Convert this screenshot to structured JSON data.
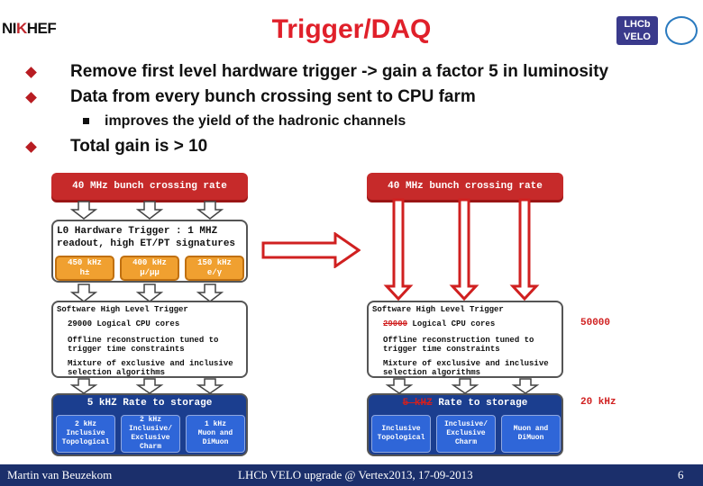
{
  "title": "Trigger/DAQ",
  "logos": {
    "nikhef_pre": "NI",
    "nikhef_k": "K",
    "nikhef_post": "HEF",
    "lhcb": "LHCb VELO"
  },
  "bullets": [
    "Remove first level hardware trigger -> gain a factor 5 in luminosity",
    "Data from every bunch crossing sent to CPU farm",
    "improves the yield of the hadronic channels",
    "Total gain is > 10"
  ],
  "left": {
    "rate": "40 MHz bunch crossing rate",
    "l0_title_1": "L0 Hardware Trigger : 1 MHZ",
    "l0_title_2": "readout, high ET/PT signatures",
    "l0_boxes": [
      {
        "rate": "450 kHz",
        "label": "h±"
      },
      {
        "rate": "400 kHz",
        "label": "μ/μμ"
      },
      {
        "rate": "150 kHz",
        "label": "e/γ"
      }
    ],
    "hlt_title": "Software High Level Trigger",
    "hlt_cores": "29000 Logical CPU cores",
    "hlt_offline_1": "Offline reconstruction tuned to",
    "hlt_offline_2": "trigger time constraints",
    "hlt_mix_1": "Mixture of exclusive and inclusive",
    "hlt_mix_2": "selection algorithms",
    "storage": "5 kHZ Rate to storage",
    "out_boxes": [
      {
        "rate": "2 kHz",
        "l1": "Inclusive",
        "l2": "Topological"
      },
      {
        "rate": "2 kHz",
        "l1": "Inclusive/",
        "l2": "Exclusive",
        "l3": "Charm"
      },
      {
        "rate": "1 kHz",
        "l1": "Muon and",
        "l2": "DiMuon"
      }
    ]
  },
  "right": {
    "rate": "40 MHz bunch crossing rate",
    "hlt_title": "Software High Level Trigger",
    "hlt_cores_old": "29000",
    "hlt_cores_rest": "Logical CPU cores",
    "hlt_cores_new": "50000",
    "hlt_offline_1": "Offline reconstruction tuned to",
    "hlt_offline_2": "trigger time constraints",
    "hlt_mix_1": "Mixture of exclusive and inclusive",
    "hlt_mix_2": "selection algorithms",
    "storage_old": "5 kHZ",
    "storage_rest": "Rate to storage",
    "storage_new": "20 kHz",
    "out_boxes": [
      {
        "l1": "Inclusive",
        "l2": "Topological"
      },
      {
        "l1": "Inclusive/",
        "l2": "Exclusive",
        "l3": "Charm"
      },
      {
        "l1": "Muon and",
        "l2": "DiMuon"
      }
    ]
  },
  "footer": {
    "author": "Martin van Beuzekom",
    "event": "LHCb VELO upgrade @ Vertex2013,  17-09-2013",
    "page": "6"
  },
  "colors": {
    "title": "#e0202a",
    "footer_bg": "#1b2f6b",
    "red_box": "#c62a2a",
    "orange": "#f0a030",
    "blue": "#2f66d8"
  }
}
